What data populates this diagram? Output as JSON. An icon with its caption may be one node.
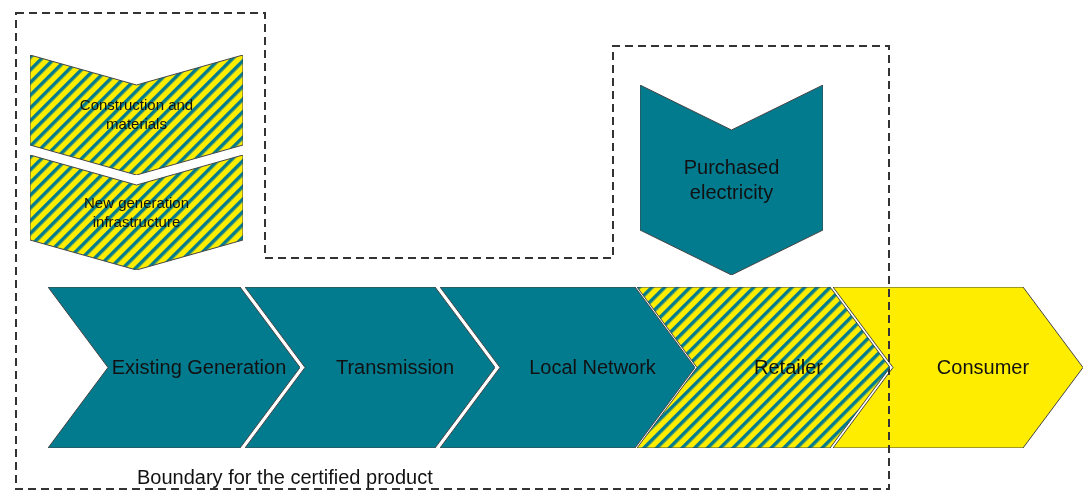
{
  "diagram": {
    "nodes": [
      {
        "text": [
          "Boundary for the certified product"
        ]
      },
      {
        "text": [
          "Construction and materials"
        ],
        "in": 0
      },
      {
        "text": [
          "New generation infrastructure"
        ],
        "in": 0
      },
      {
        "text": [
          "Purchased electricity"
        ],
        "in": 0
      },
      {
        "text": [
          "Existing Generation"
        ],
        "in": 0
      },
      {
        "text": [
          "Transmission"
        ],
        "in": 0
      },
      {
        "text": [
          "Local Network"
        ],
        "in": 0
      },
      {
        "text": [
          "Retailer"
        ],
        "in": 0
      },
      {
        "text": [
          "Consumer"
        ]
      }
    ],
    "edges": []
  }
}
